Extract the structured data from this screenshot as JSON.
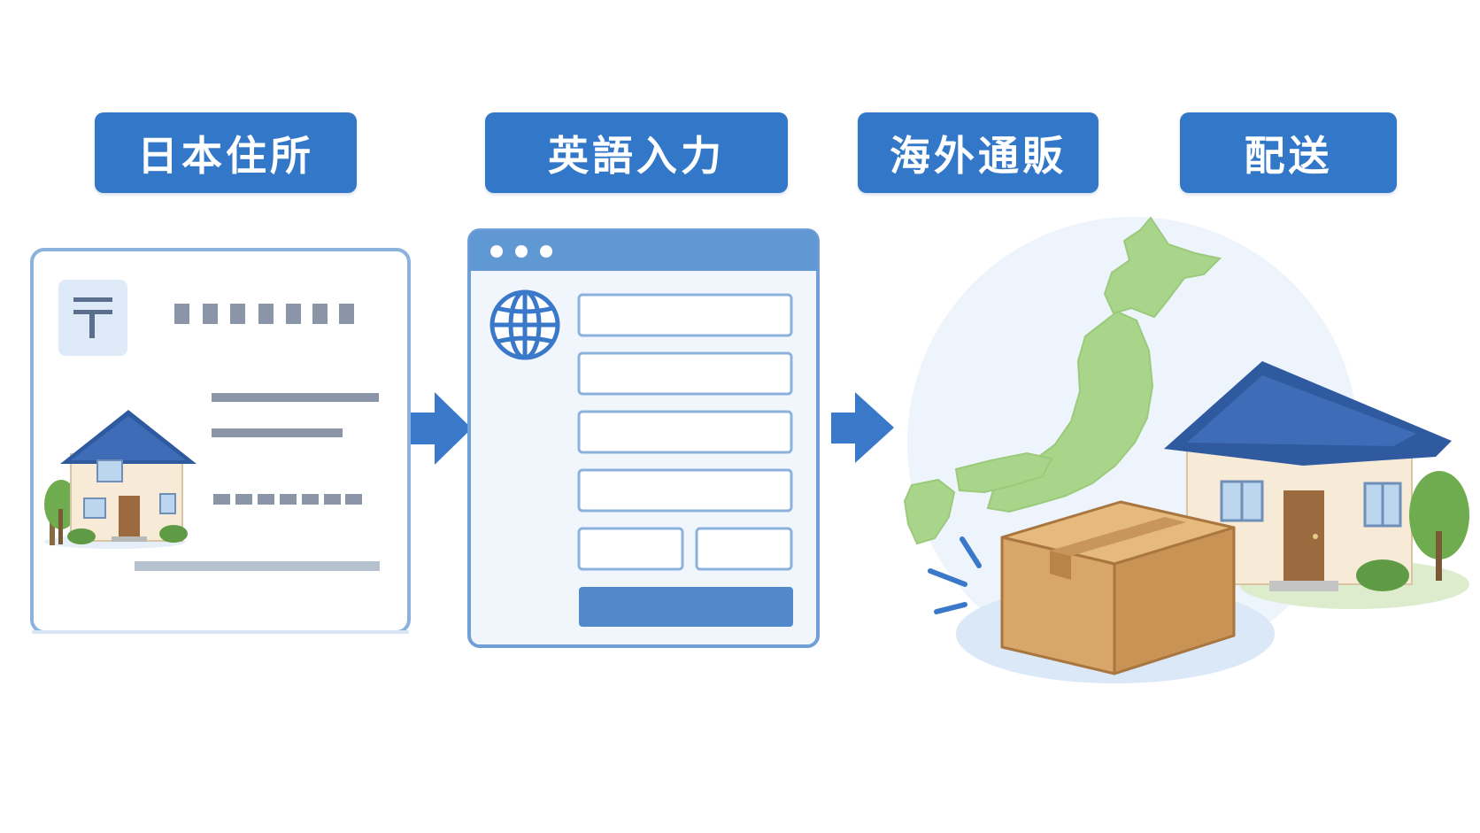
{
  "steps": [
    {
      "label": "日本住所",
      "icon": "postal-mark-icon"
    },
    {
      "label": "英語入力",
      "icon": "globe-icon"
    },
    {
      "label": "海外通販",
      "icon": "japan-map-icon"
    },
    {
      "label": "配送",
      "icon": "package-box-icon"
    }
  ],
  "colors": {
    "label_bg": "#3378c8",
    "card_border": "#8db1dd",
    "browser_bar": "#5f98d3",
    "map_green": "#a9d58b",
    "box_brown": "#d9a66a",
    "roof_blue": "#2f5aa0"
  }
}
